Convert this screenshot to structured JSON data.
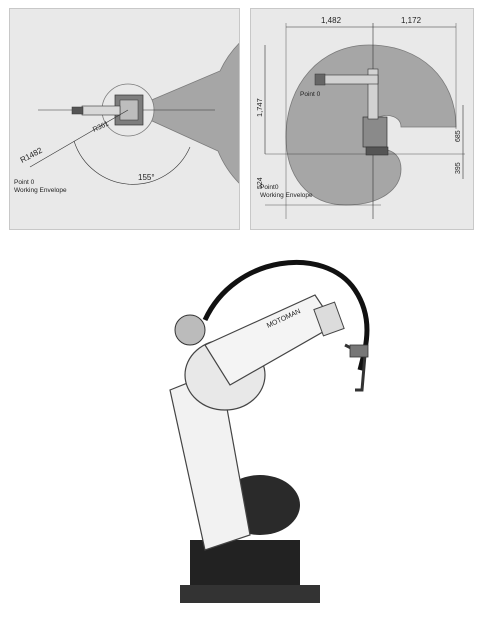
{
  "top_view": {
    "radius_label": "R1482",
    "inner_label": "R361",
    "angle_label": "155°",
    "point_label_line1": "Point 0",
    "point_label_line2": "Working Envelope"
  },
  "side_view": {
    "dim_reach_left": "1,482",
    "dim_reach_right": "1,172",
    "dim_height": "1,747",
    "dim_685": "685",
    "dim_395": "395",
    "dim_524": "524",
    "point_marker": "Point 0",
    "point_label_line1": "Point0",
    "point_label_line2": "Working Envelope"
  },
  "robot_photo": {
    "arm_brand": "MOTOMAN"
  },
  "colors": {
    "envelope": "#a6a6a6",
    "panel_bg": "#e9e9e9",
    "robot_body": "#f2f2f2",
    "robot_base": "#222222"
  }
}
